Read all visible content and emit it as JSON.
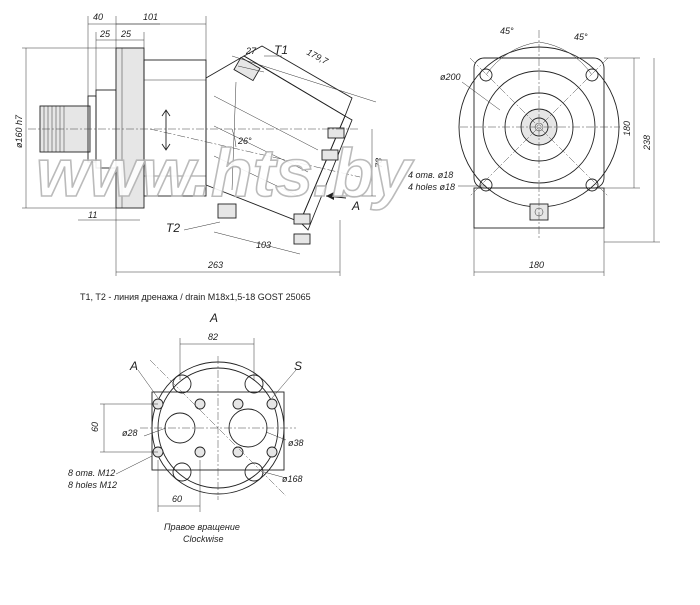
{
  "watermark": "www.hts.by",
  "side_view": {
    "dims": {
      "d40": "40",
      "d101": "101",
      "d25a": "25",
      "d25b": "25",
      "d179": "179,7",
      "d27": "27",
      "t1": "T1",
      "d160": "ø160 h7",
      "d26": "26°",
      "d78": "78",
      "d11": "11",
      "t2": "T2",
      "d103": "103",
      "d263": "263",
      "view_a": "A"
    },
    "note": "T1, T2 - линия дренажа / drain  M18x1,5-18 GOST 25065"
  },
  "front_view": {
    "dims": {
      "a45l": "45°",
      "a45r": "45°",
      "d200": "ø200",
      "d180v": "180",
      "d238": "238",
      "holes_ru": "4 отв. ø18",
      "holes_en": "4 holes ø18",
      "d180h": "180"
    }
  },
  "view_a": {
    "title": "A",
    "dims": {
      "d82": "82",
      "label_a": "A",
      "label_s": "S",
      "d60v": "60",
      "d28": "ø28",
      "d38": "ø38",
      "holes_ru": "8 отв. M12",
      "holes_en": "8 holes M12",
      "d168": "ø168",
      "d60h": "60"
    },
    "rotation_ru": "Правое вращение",
    "rotation_en": "Clockwise"
  }
}
